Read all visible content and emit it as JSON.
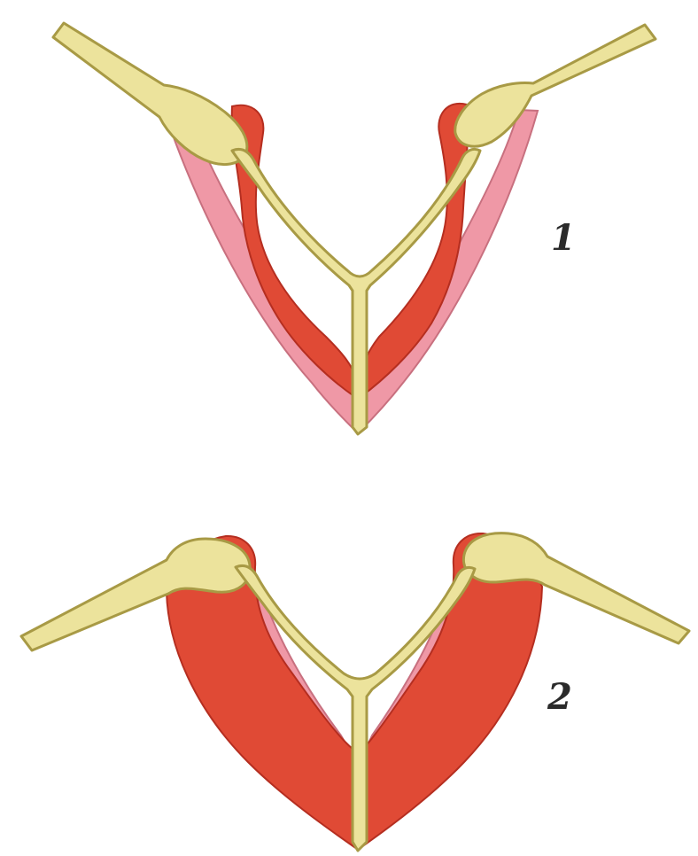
{
  "figure": {
    "panels": [
      {
        "label": "1",
        "state": "wings-raised"
      },
      {
        "label": "2",
        "state": "wings-lowered"
      }
    ],
    "colors": {
      "bone": "#ece39c",
      "bone_outline": "#a89a45",
      "muscle_dark": "#e04a35",
      "muscle_dark_edge": "#b52e20",
      "muscle_light": "#ef98a6",
      "muscle_light_edge": "#c8707f",
      "background": "#ffffff"
    }
  }
}
